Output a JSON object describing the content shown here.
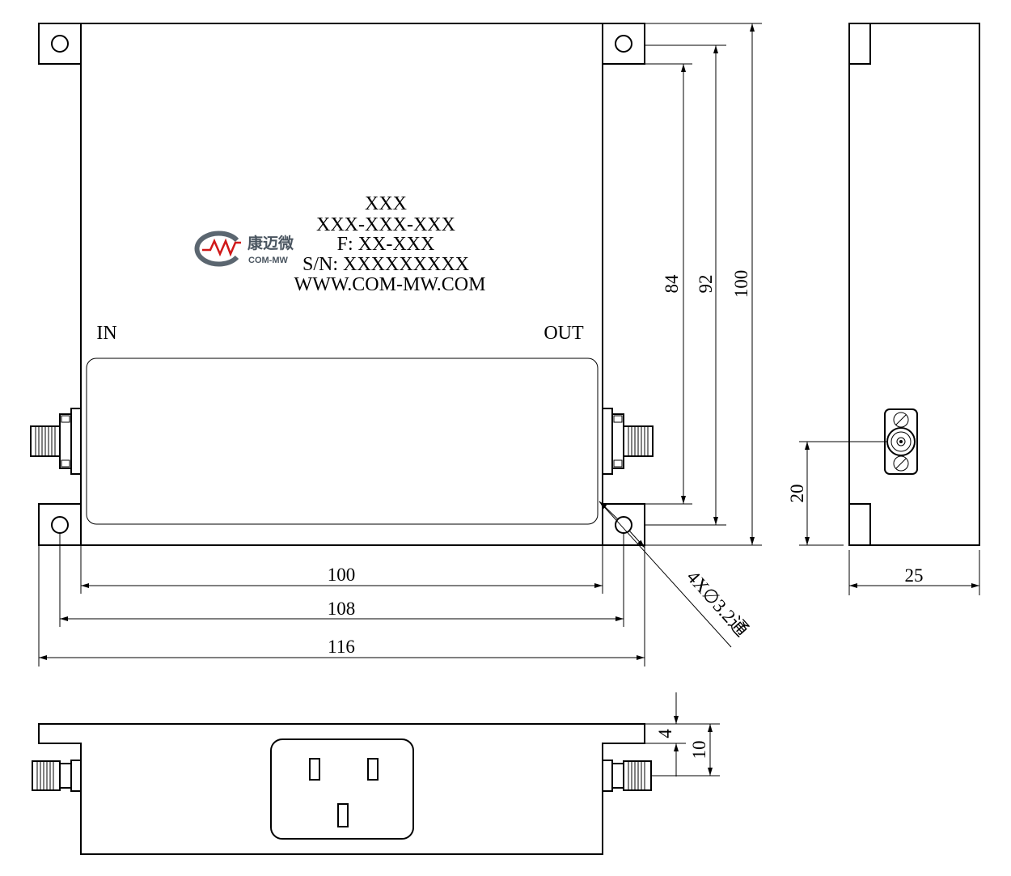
{
  "label": {
    "model": "XXX",
    "part_number": "XXX-XXX-XXX",
    "frequency": "F: XX-XXX",
    "serial": "S/N: XXXXXXXXX",
    "website": "WWW.COM-MW.COM"
  },
  "logo": {
    "chinese_name": "康迈微",
    "english_name": "COM-MW",
    "mark_text": "MW",
    "colors": {
      "ring": "#5b6670",
      "mark": "#d01818"
    }
  },
  "ports": {
    "input": "IN",
    "output": "OUT"
  },
  "dimensions": {
    "height_84": "84",
    "height_92": "92",
    "height_100": "100",
    "width_100": "100",
    "width_108": "108",
    "width_116": "116",
    "hole_callout": "4X∅3.2通",
    "side_connector_height": "20",
    "side_depth": "25",
    "flange_thickness": "4",
    "connector_center": "10"
  },
  "icons": [
    "company-logo-icon",
    "sma-connector-icon",
    "power-socket-icon",
    "mounting-hole-icon"
  ]
}
